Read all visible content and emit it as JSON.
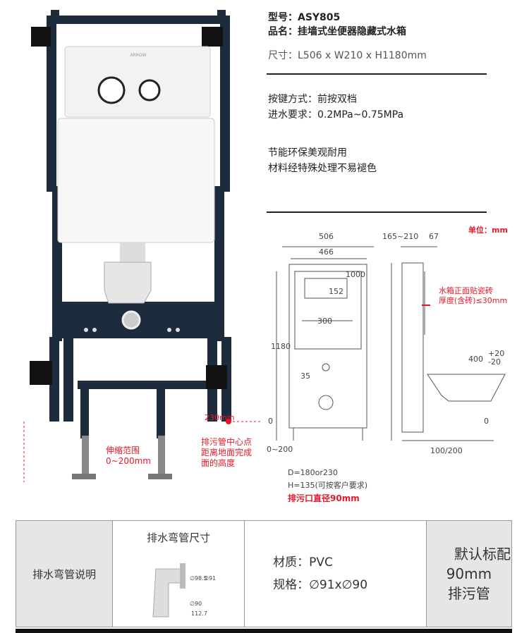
{
  "product": {
    "model": "型号：ASY805",
    "name": "品名：挂墙式坐便器隐藏式水箱",
    "size": "尺寸：L506 x W210 x H1180mm",
    "button": "按键方式：前按双档",
    "water": "进水要求：0.2MPa~0.75MPa",
    "feature1": "节能环保美观耐用",
    "feature2": "材料经特殊处理不易褪色"
  },
  "photo": {
    "brand": "ARROW",
    "range_label": "伸缩范围\n0~200mm",
    "height_label": "230mm",
    "height_desc": "排污管中心点\n距离地面完成\n面的高度"
  },
  "drawing": {
    "unit": "单位：mm",
    "dims": [
      "506",
      "466",
      "1000",
      "152",
      "300",
      "1180",
      "35",
      "0",
      "0~200",
      "165~210",
      "67",
      "400",
      "+20",
      "-20",
      "0",
      "100/200"
    ],
    "tile_note": "水箱正面贴瓷砖\n厚度(含砖)≤30mm",
    "spec_d": "D=180or230",
    "spec_h": "H=135(可按客户要求)",
    "outlet": "排污口直径90mm"
  },
  "table": {
    "col1": "排水弯管说明",
    "col2_title": "排水弯管尺寸",
    "col2_dims": [
      "∅98.5",
      "∅91",
      "∅90",
      "112.7"
    ],
    "material": "材质：PVC",
    "spec": "规格：∅91x∅90",
    "default": "默认标配\n90mm\n排污管"
  }
}
